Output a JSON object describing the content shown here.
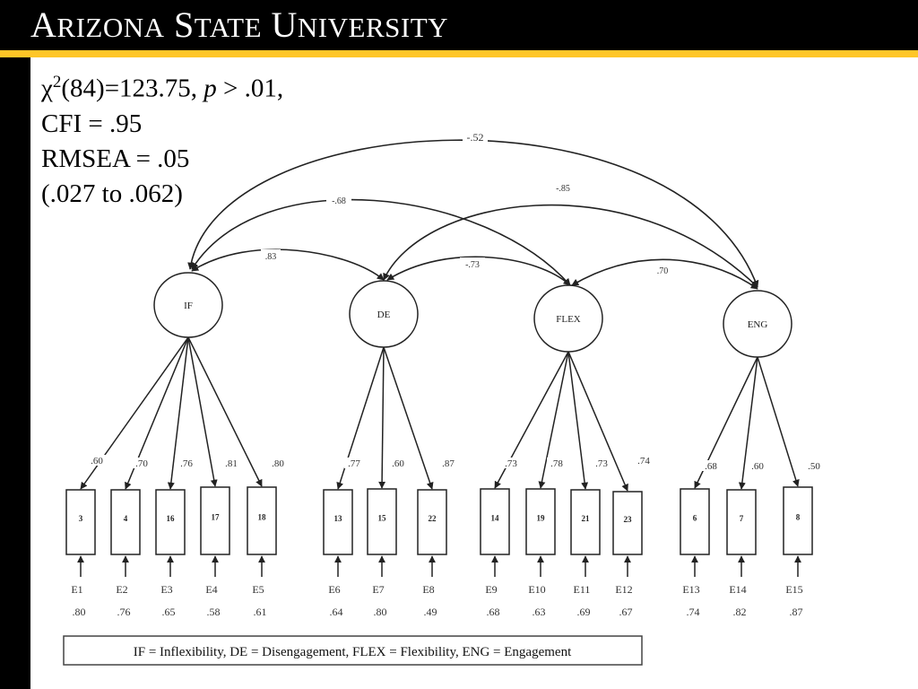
{
  "header": {
    "title": "Arizona State University",
    "accent_color": "#ffc627",
    "background": "#000000"
  },
  "stats": {
    "chi_symbol": "χ",
    "chi_sup": "2",
    "chi_rest": "(84)=123.75, ",
    "p_symbol": "p",
    "p_rest": " > .01,",
    "cfi": "CFI = .95",
    "rmsea": "RMSEA = .05",
    "ci": "(.027 to .062)"
  },
  "factors": [
    {
      "id": "IF",
      "label": "IF"
    },
    {
      "id": "DE",
      "label": "DE"
    },
    {
      "id": "FLEX",
      "label": "FLEX"
    },
    {
      "id": "ENG",
      "label": "ENG"
    }
  ],
  "correlations": [
    {
      "from": "IF",
      "to": "ENG",
      "label": "-.52"
    },
    {
      "from": "IF",
      "to": "FLEX",
      "label": "-.68"
    },
    {
      "from": "DE",
      "to": "ENG",
      "label": "-.85"
    },
    {
      "from": "IF",
      "to": "DE",
      "label": ".83"
    },
    {
      "from": "DE",
      "to": "FLEX",
      "label": "-.73"
    },
    {
      "from": "FLEX",
      "to": "ENG",
      "label": ".70"
    }
  ],
  "items": [
    {
      "factor": "IF",
      "label": "3",
      "loading": ".60",
      "error": "E1",
      "error_value": ".80"
    },
    {
      "factor": "IF",
      "label": "4",
      "loading": ".70",
      "error": "E2",
      "error_value": ".76"
    },
    {
      "factor": "IF",
      "label": "16",
      "loading": ".76",
      "error": "E3",
      "error_value": ".65"
    },
    {
      "factor": "IF",
      "label": "17",
      "loading": ".81",
      "error": "E4",
      "error_value": ".58"
    },
    {
      "factor": "IF",
      "label": "18",
      "loading": ".80",
      "error": "E5",
      "error_value": ".61"
    },
    {
      "factor": "DE",
      "label": "13",
      "loading": ".77",
      "error": "E6",
      "error_value": ".64"
    },
    {
      "factor": "DE",
      "label": "15",
      "loading": ".60",
      "error": "E7",
      "error_value": ".80"
    },
    {
      "factor": "DE",
      "label": "22",
      "loading": ".87",
      "error": "E8",
      "error_value": ".49"
    },
    {
      "factor": "FLEX",
      "label": "14",
      "loading": ".73",
      "error": "E9",
      "error_value": ".68"
    },
    {
      "factor": "FLEX",
      "label": "19",
      "loading": ".78",
      "error": "E10",
      "error_value": ".63"
    },
    {
      "factor": "FLEX",
      "label": "21",
      "loading": ".73",
      "error": "E11",
      "error_value": ".69"
    },
    {
      "factor": "FLEX",
      "label": "23",
      "loading": ".74",
      "error": "E12",
      "error_value": ".67"
    },
    {
      "factor": "ENG",
      "label": "6",
      "loading": ".68",
      "error": "E13",
      "error_value": ".74"
    },
    {
      "factor": "ENG",
      "label": "7",
      "loading": ".60",
      "error": "E14",
      "error_value": ".82"
    },
    {
      "factor": "ENG",
      "label": "8",
      "loading": ".50",
      "error": "E15",
      "error_value": ".87"
    }
  ],
  "legend": "IF = Inflexibility, DE = Disengagement, FLEX = Flexibility, ENG = Engagement"
}
